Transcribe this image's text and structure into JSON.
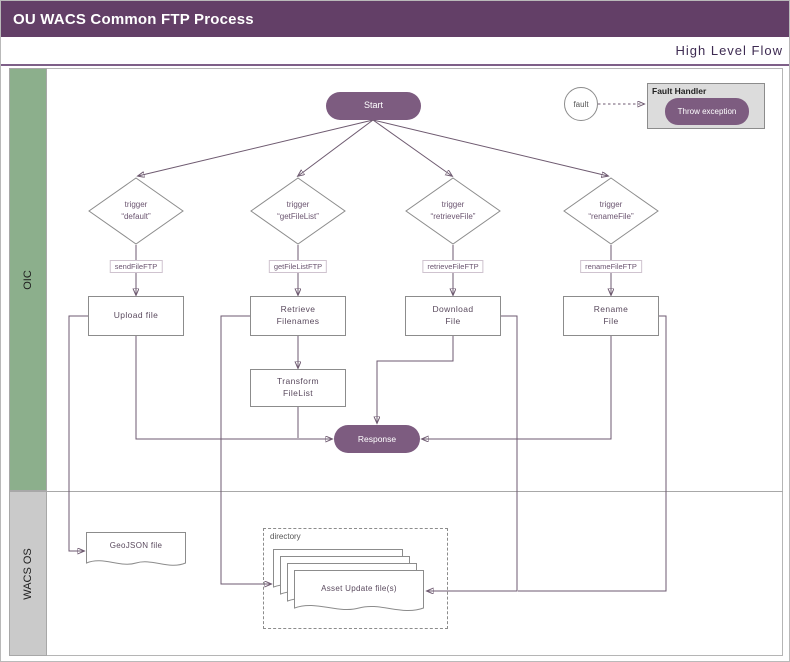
{
  "header": {
    "title": "OU WACS Common FTP Process",
    "subtitle": "High Level Flow"
  },
  "lanes": [
    {
      "label": "OIC"
    },
    {
      "label": "WACS OS"
    }
  ],
  "colors": {
    "header": "#633F67",
    "pill": "#7D5C80",
    "lane_green": "#8CAF8C",
    "lane_gray": "#CACACA",
    "line": "#6E5A70"
  },
  "nodes": {
    "start": "Start",
    "fault": "fault",
    "fault_handler_title": "Fault Handler",
    "fault_handler_action": "Throw exception",
    "gateways": [
      {
        "line1": "trigger",
        "line2": "“default”"
      },
      {
        "line1": "trigger",
        "line2": "“getFileList”"
      },
      {
        "line1": "trigger",
        "line2": "“retrieveFile”"
      },
      {
        "line1": "trigger",
        "line2": "“renameFile”"
      }
    ],
    "edge_labels": [
      "sendFileFTP",
      "getFileListFTP",
      "retrieveFileFTP",
      "renameFileFTP"
    ],
    "tasks": [
      {
        "line1": "Upload file",
        "line2": ""
      },
      {
        "line1": "Retrieve",
        "line2": "Filenames"
      },
      {
        "line1": "Download",
        "line2": "File"
      },
      {
        "line1": "Rename",
        "line2": "File"
      }
    ],
    "transform_task": {
      "line1": "Transform",
      "line2": "FileList"
    },
    "response": "Response",
    "geojson_file": "GeoJSON file",
    "directory_label": "directory",
    "asset_files": "Asset Update file(s)"
  }
}
